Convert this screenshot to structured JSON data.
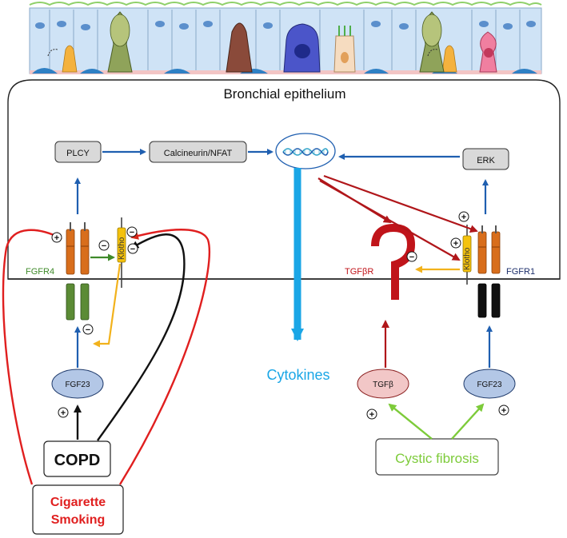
{
  "title": "Bronchial epithelium",
  "nodes": {
    "plcy": "PLCY",
    "calcineurin": "Calcineurin/NFAT",
    "erk": "ERK",
    "fgfr4": "FGFR4",
    "fgfr1": "FGFR1",
    "klotho_left": "Klotho",
    "klotho_right": "Klotho",
    "tgfbr": "TGFβR",
    "fgf23_left": "FGF23",
    "fgf23_right": "FGF23",
    "tgfb": "TGFβ",
    "cytokines": "Cytokines",
    "copd": "COPD",
    "cystic_fibrosis": "Cystic fibrosis",
    "cigarette_line1": "Cigarette",
    "cigarette_line2": "Smoking"
  },
  "signs": {
    "plus": "+",
    "minus": "−"
  },
  "colors": {
    "blue_arrow": "#1f5fb0",
    "red": "#d62718",
    "dark_red": "#b0161a",
    "green": "#3f8a2a",
    "light_green": "#7dcb3a",
    "yellow": "#f2b21c",
    "cyan": "#1aa6e6",
    "dark_blue": "#1d2f6b",
    "orange_receptor": "#d86e1c",
    "green_receptor": "#5b8b35",
    "black": "#111111"
  }
}
